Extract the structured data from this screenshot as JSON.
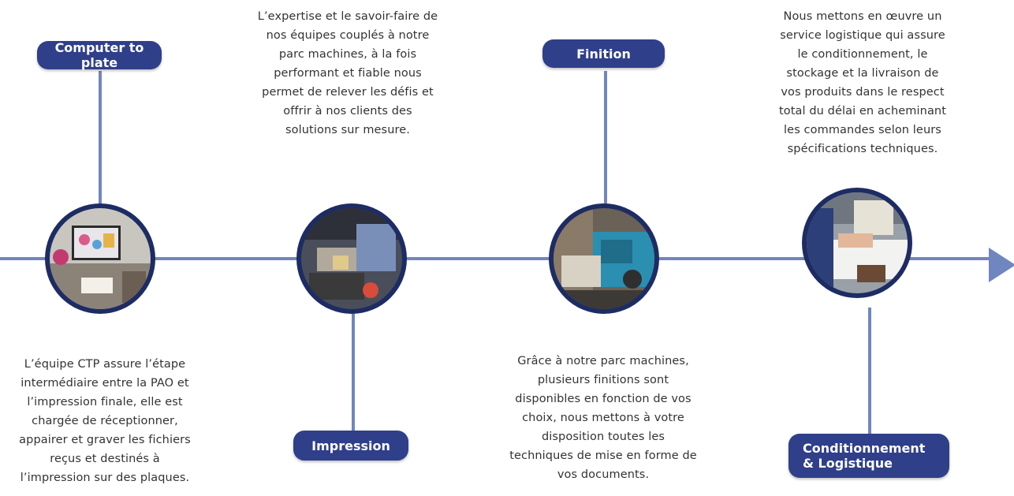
{
  "steps": [
    {
      "title": "Computer to plate",
      "lines": [
        "L’équipe CTP assure l’étape",
        "intermédiaire entre la PAO et",
        "l’impression finale, elle est",
        "chargée de réceptionner,",
        "appairer et graver les fichiers",
        "reçus et destinés à",
        "l’impression sur des plaques."
      ]
    },
    {
      "title": "Impression",
      "lines": [
        "L’expertise et le savoir-faire de",
        "nos équipes couplés à notre",
        "parc machines, à la fois",
        "performant et fiable  nous",
        "permet de relever les défis et",
        "offrir à nos clients des",
        "solutions sur mesure."
      ]
    },
    {
      "title": "Finition",
      "lines": [
        "Grâce à notre parc machines,",
        "plusieurs finitions sont",
        "disponibles en fonction de vos",
        "choix, nous mettons à votre",
        "disposition toutes les",
        "techniques de mise en forme de",
        "vos documents."
      ]
    },
    {
      "title_line1": "Conditionnement",
      "title_line2": "& Logistique",
      "lines": [
        "Nous mettons en œuvre un",
        "service logistique qui assure",
        "le conditionnement, le",
        "stockage et la livraison de",
        "vos produits dans le respect",
        "total du délai en acheminant",
        "les commandes selon leurs",
        "spécifications techniques."
      ]
    }
  ],
  "colors": {
    "pill": "#2f3f8a",
    "line": "#6f86bf",
    "text": "#333333"
  }
}
